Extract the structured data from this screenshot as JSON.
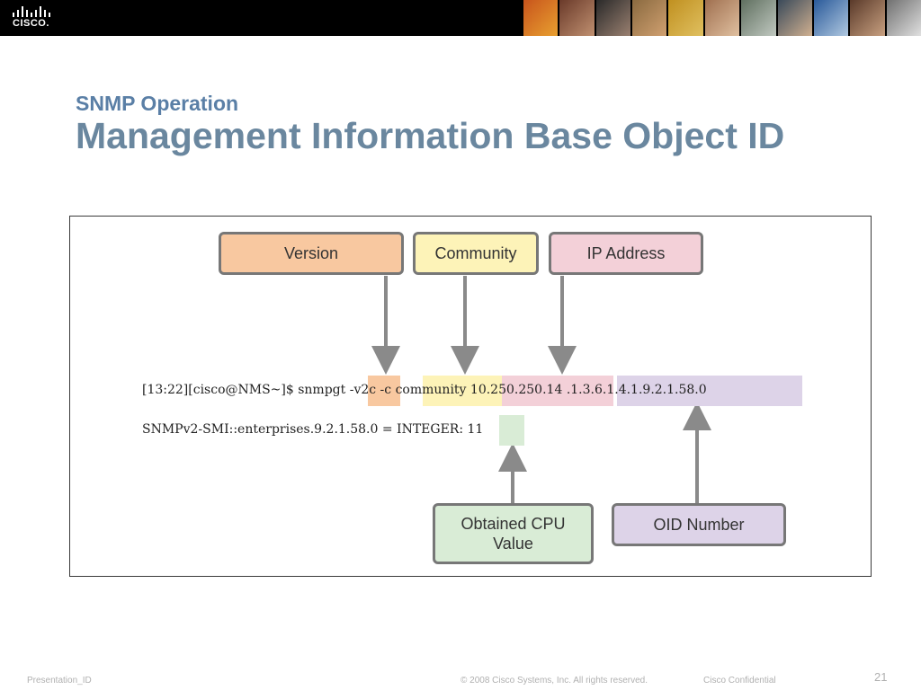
{
  "header": {
    "brand": "CISCO."
  },
  "slide": {
    "subtitle": "SNMP Operation",
    "title": "Management Information Base Object ID"
  },
  "diagram": {
    "labels": {
      "version": "Version",
      "community": "Community",
      "ip_address": "IP Address",
      "cpu_value": "Obtained CPU Value",
      "oid_number": "OID Number"
    },
    "command": {
      "prompt": "[13:22][cisco@NMS~]$ snmpgt -",
      "version_arg": "v2c",
      "community_flag": " -c ",
      "community_arg": "community",
      "ip_arg": "10.250.250.14",
      "oid_arg": ".1.3.6.1.4.1.9.2.1.58.0"
    },
    "result": {
      "prefix": "SNMPv2-SMI::enterprises.9.2.1.58.0 = INTEGER: ",
      "value": "11"
    },
    "colors": {
      "version": "#f8c8a0",
      "community": "#fdf3b8",
      "ip_address": "#f3d0d8",
      "cpu_value": "#d9ecd6",
      "oid_number": "#ddd3e8",
      "arrow": "#8a8a8a",
      "title": "#6a879f"
    }
  },
  "footer": {
    "presentation_id": "Presentation_ID",
    "copyright": "© 2008 Cisco Systems, Inc. All rights reserved.",
    "confidential": "Cisco Confidential",
    "page_number": "21"
  }
}
